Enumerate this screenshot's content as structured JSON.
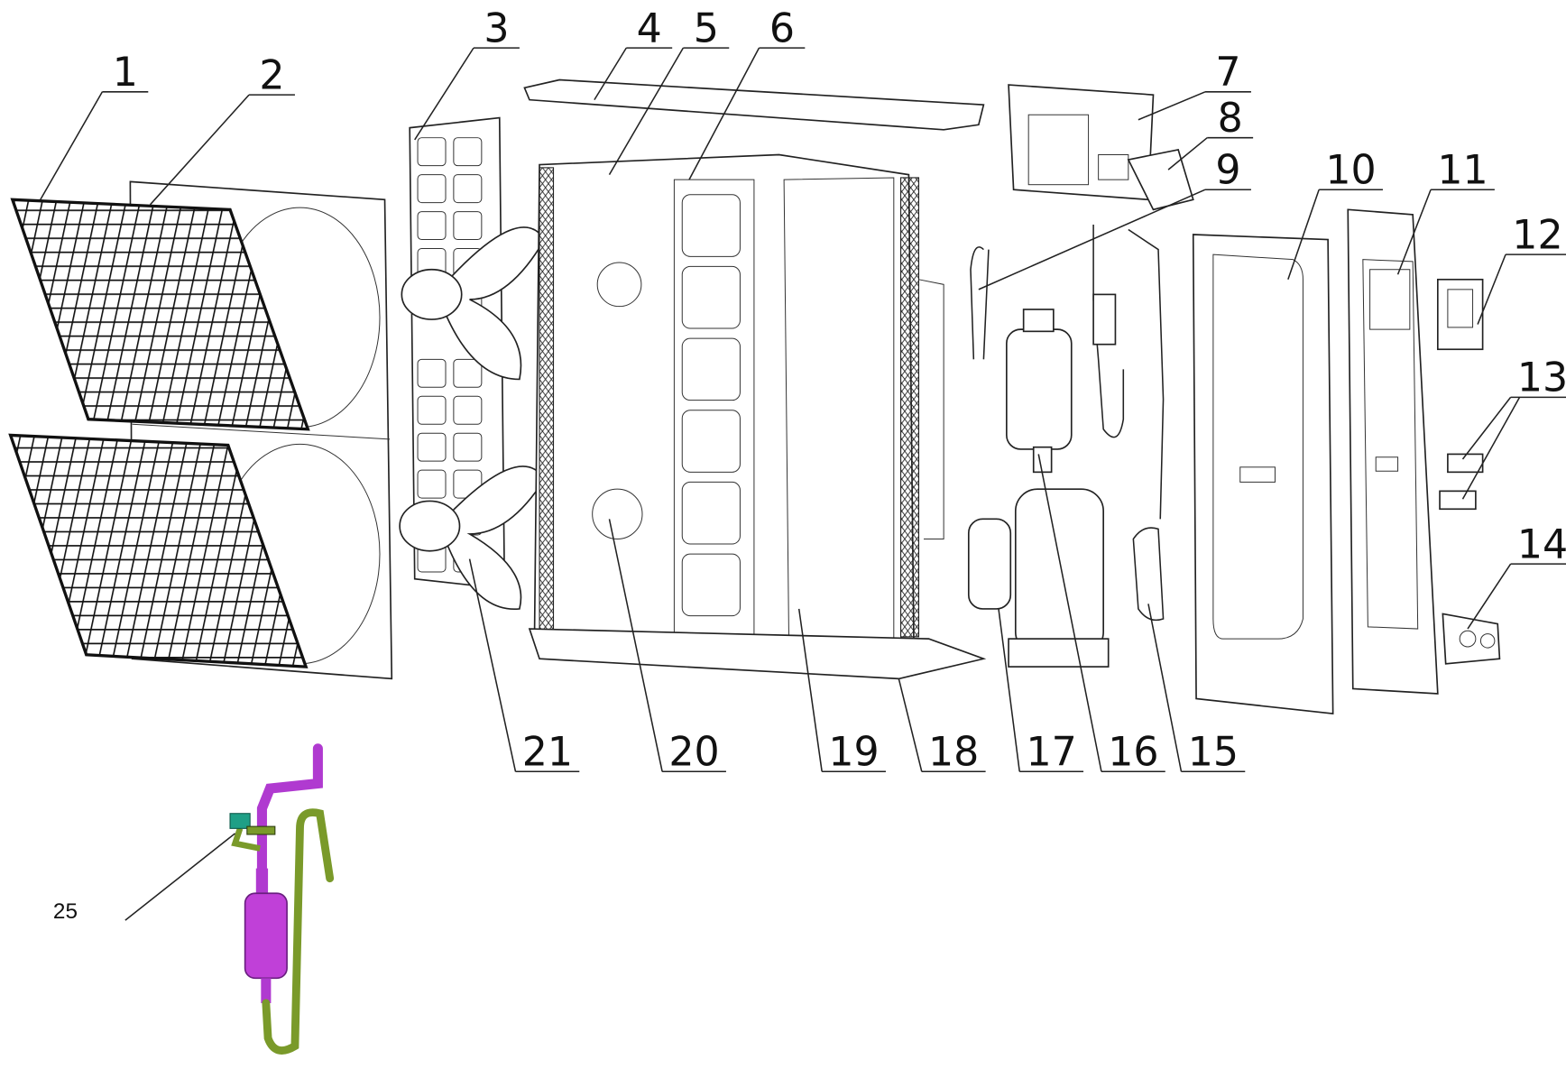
{
  "callouts": [
    {
      "label": "1"
    },
    {
      "label": "2"
    },
    {
      "label": "3"
    },
    {
      "label": "4"
    },
    {
      "label": "5"
    },
    {
      "label": "6"
    },
    {
      "label": "7"
    },
    {
      "label": "8"
    },
    {
      "label": "9"
    },
    {
      "label": "10"
    },
    {
      "label": "11"
    },
    {
      "label": "12"
    },
    {
      "label": "13"
    },
    {
      "label": "14"
    },
    {
      "label": "15"
    },
    {
      "label": "16"
    },
    {
      "label": "17"
    },
    {
      "label": "18"
    },
    {
      "label": "19"
    },
    {
      "label": "20"
    },
    {
      "label": "21"
    },
    {
      "label": "25"
    }
  ],
  "colors": {
    "pipe_purple": "#b03ad0",
    "pipe_green": "#7a9a2a",
    "valve_teal": "#1f9f86"
  }
}
